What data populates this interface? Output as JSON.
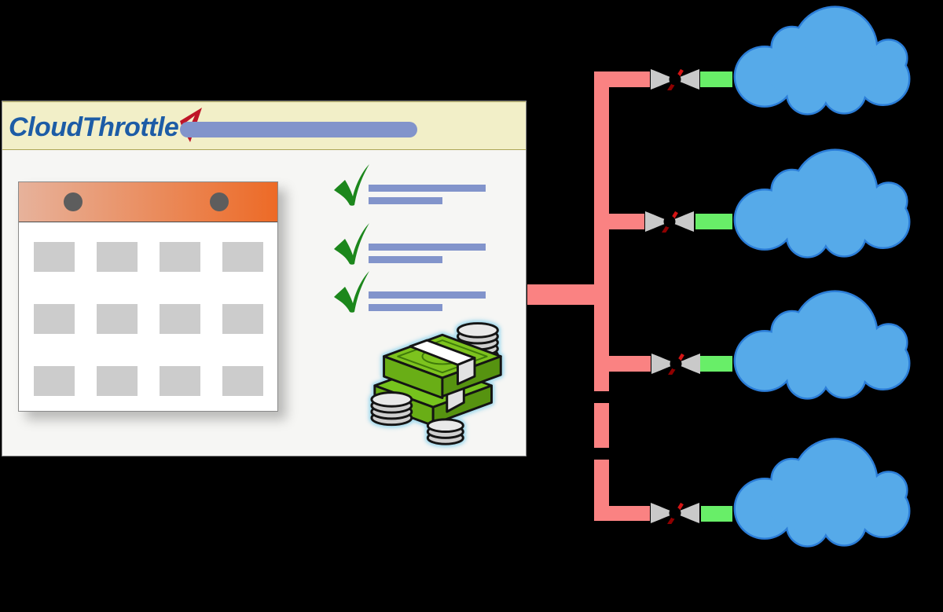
{
  "app": {
    "name": "CloudThrottle"
  },
  "window": {
    "title_logo": "CloudThrottle",
    "header_placeholder_bar": true
  },
  "calendar": {
    "rows": 3,
    "cols": 4,
    "rings": 2
  },
  "checklist": {
    "items": [
      {
        "checked": true,
        "lines": 2
      },
      {
        "checked": true,
        "lines": 2
      },
      {
        "checked": true,
        "lines": 2
      }
    ]
  },
  "money": {
    "bundles": 2,
    "coin_stacks": 3
  },
  "network": {
    "branches": [
      {
        "id": "branch-1",
        "valve": "throttle-valve",
        "target": "cloud-1",
        "trunk_style": "solid"
      },
      {
        "id": "branch-2",
        "valve": "throttle-valve",
        "target": "cloud-2",
        "trunk_style": "solid"
      },
      {
        "id": "branch-3",
        "valve": "throttle-valve",
        "target": "cloud-3",
        "trunk_style": "solid"
      },
      {
        "id": "branch-4",
        "valve": "throttle-valve",
        "target": "cloud-4",
        "trunk_style": "dashed"
      }
    ],
    "cloud_count": 4
  },
  "colors": {
    "bg": "#000000",
    "cream": "#f2efc8",
    "creamBorder": "#ada657",
    "winBg": "#f6f6f4",
    "winBorder": "#8f8f8f",
    "logoBlue": "#1d5ca6",
    "logoRed": "#bf1528",
    "barBlue": "#8294cb",
    "calOrangeL": "#e7b29b",
    "calOrange": "#ed6a26",
    "calBorder": "#8a8a8a",
    "ring": "#5d5d5d",
    "cell": "#cccccc",
    "check": "#1c871c",
    "pink": "#fa8282",
    "green": "#68ee68",
    "valveGray": "#c9c9c9",
    "valveDot": "#000000",
    "handleTop": "#d31414",
    "handleBot": "#8f0000",
    "cloudFill": "#56aae9",
    "cloudStroke": "#2b7dd8",
    "glow": "#aadcee"
  }
}
